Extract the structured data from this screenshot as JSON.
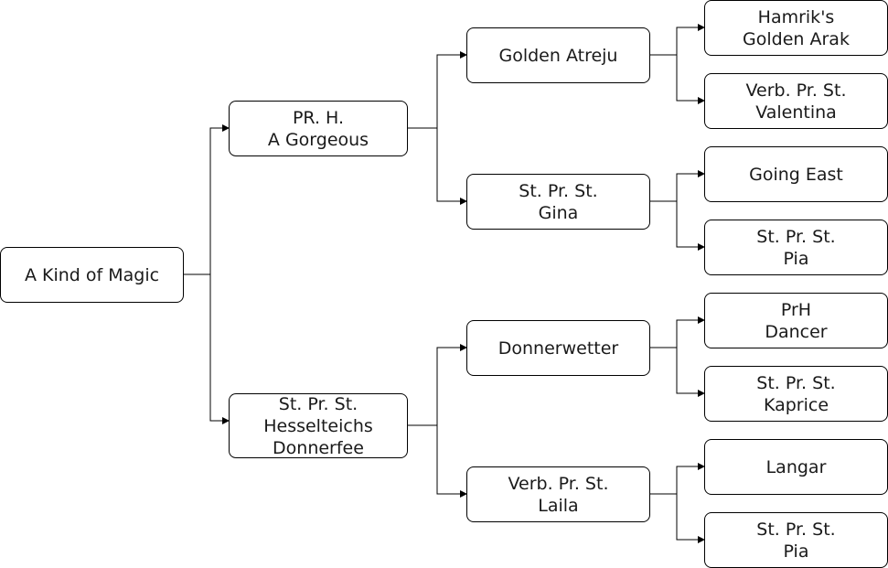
{
  "pedigree": {
    "subject": "A Kind of Magic",
    "sire": "PR. H.\nA Gorgeous",
    "dam": "St. Pr. St.\nHesselteichs\nDonnerfee",
    "sire_sire": "Golden Atreju",
    "sire_dam": "St. Pr. St.\nGina",
    "dam_sire": "Donnerwetter",
    "dam_dam": "Verb. Pr. St.\nLaila",
    "sire_sire_sire": "Hamrik's\nGolden Arak",
    "sire_sire_dam": "Verb. Pr. St.\nValentina",
    "sire_dam_sire": "Going East",
    "sire_dam_dam": "St. Pr. St.\nPia",
    "dam_sire_sire": "PrH\nDancer",
    "dam_sire_dam": "St. Pr. St.\nKaprice",
    "dam_dam_sire": "Langar",
    "dam_dam_dam": "St. Pr. St.\nPia"
  },
  "colors": {
    "line": "#000000",
    "border": "#000000",
    "text": "#1a1a1a",
    "background": "#ffffff"
  }
}
